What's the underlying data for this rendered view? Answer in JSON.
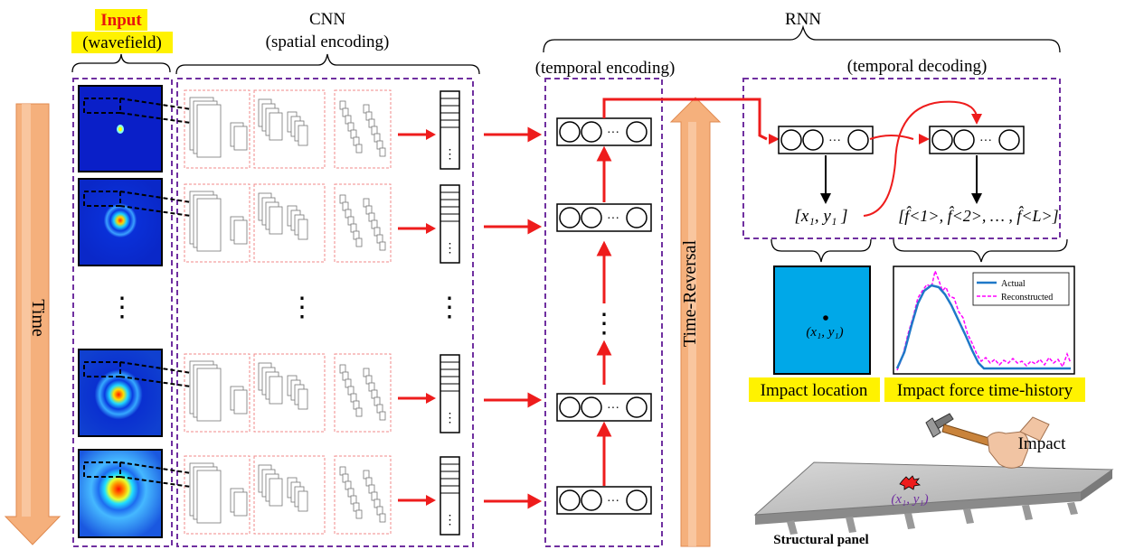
{
  "colors": {
    "highlight": "#fff200",
    "input_red": "#e8160c",
    "dash_purple": "#7030a0",
    "arrow_red": "#ee1c1c",
    "time_arrow": "#f5b07c",
    "location_fill": "#00a8e8",
    "actual_line": "#1f78c8",
    "reconstructed_line": "#ff00ff"
  },
  "labels": {
    "input": "Input",
    "wavefield": "(wavefield)",
    "cnn": "CNN",
    "spatial_encoding": "(spatial encoding)",
    "rnn": "RNN",
    "temporal_encoding": "(temporal encoding)",
    "temporal_decoding": "(temporal decoding)",
    "time": "Time",
    "time_reversal": "Time-Reversal",
    "location_output": "[x₁, y₁ ]",
    "force_output": "[f̂<1>, f̂<2>, … , f̂<L>]",
    "location_point": "(x₁, y₁)",
    "panel_point": "(x₁, y₁)",
    "impact_location": "Impact location",
    "impact_force": "Impact force time-history",
    "impact": "Impact",
    "structural_panel": "Structural panel",
    "vdots": "⋮",
    "hdots": "···"
  },
  "legend": {
    "actual": "Actual",
    "reconstructed": "Reconstructed"
  },
  "icons": [
    "time-arrow-icon",
    "time-reversal-arrow-icon",
    "hammer-icon",
    "hand-icon",
    "impact-point-icon"
  ]
}
